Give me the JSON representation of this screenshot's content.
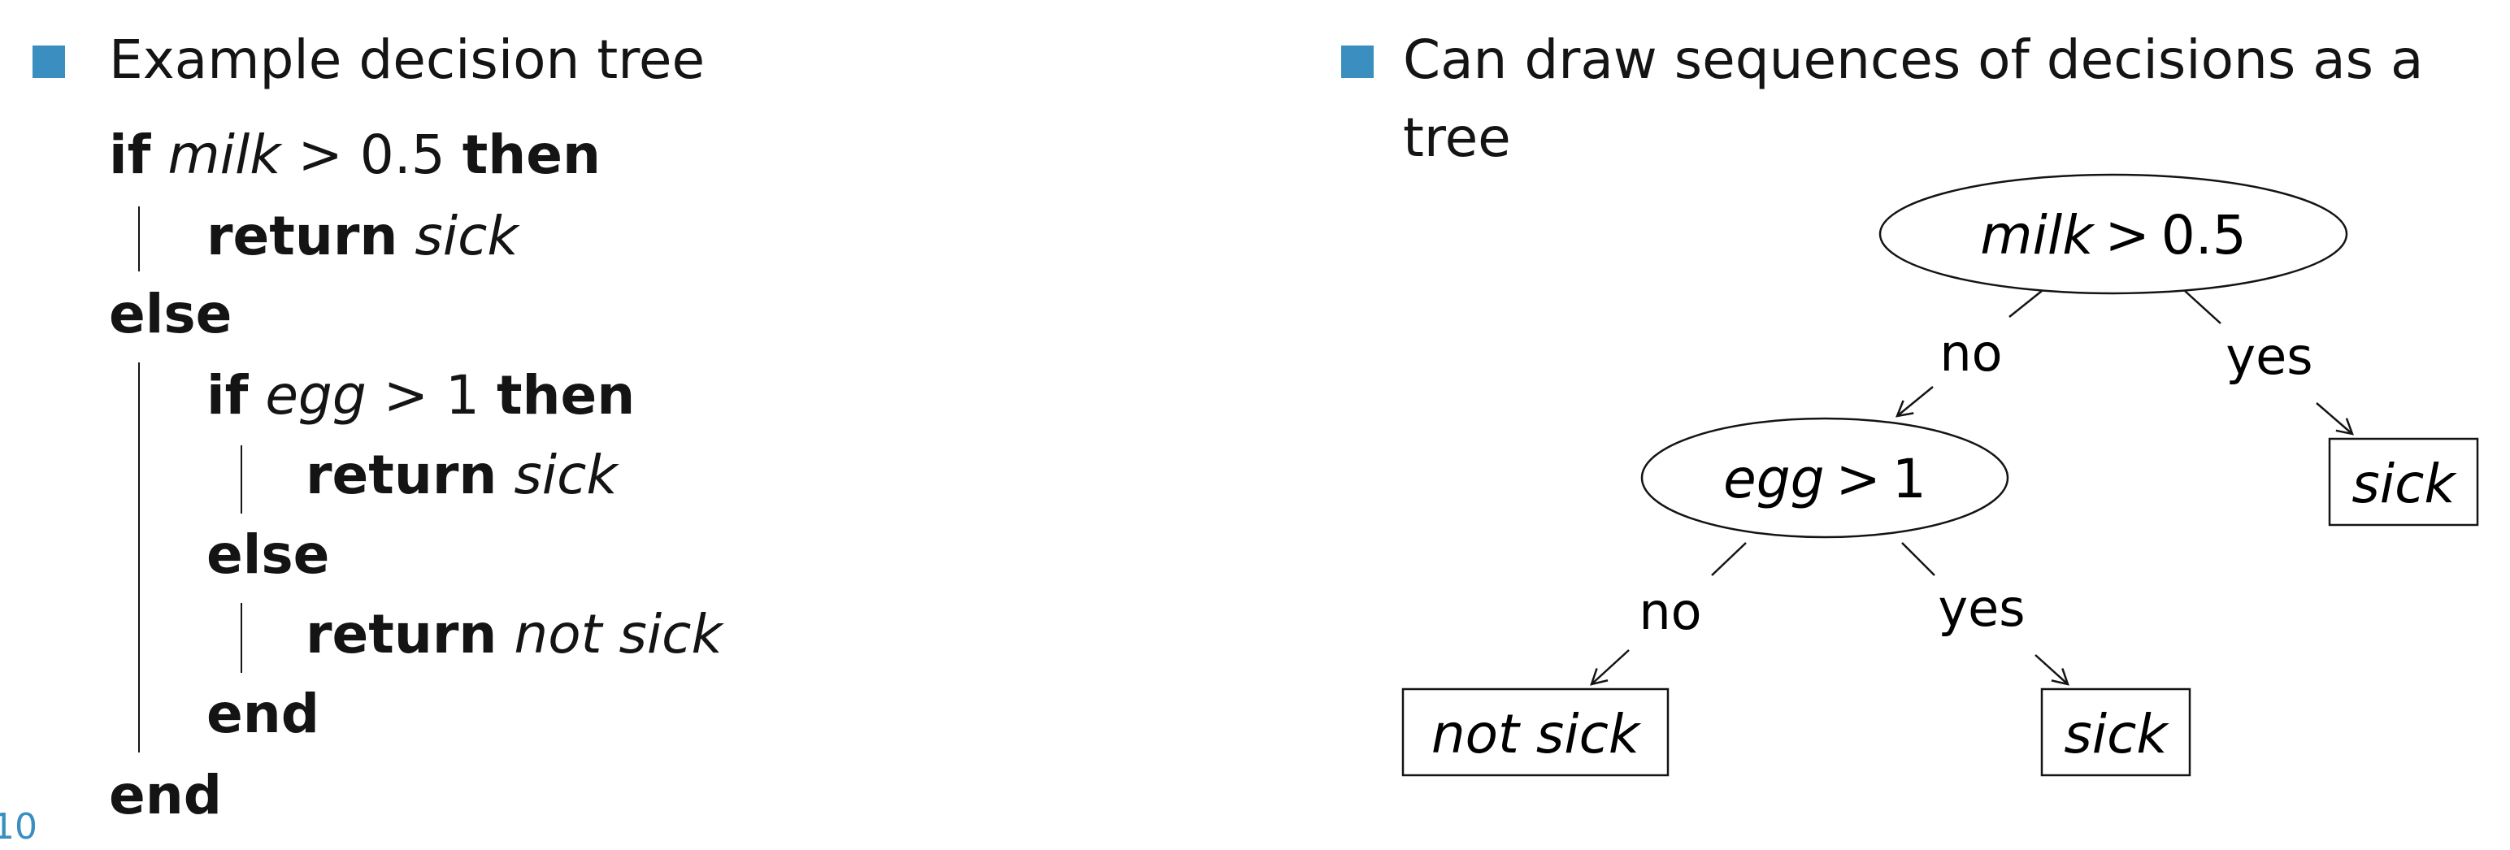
{
  "left": {
    "bullet": "Example decision tree",
    "code": {
      "if1_kw": "if",
      "if1_var": "milk",
      "if1_op": ">",
      "if1_val": "0.5",
      "if1_then": "then",
      "ret1_kw": "return",
      "ret1_val": "sick",
      "else1": "else",
      "if2_kw": "if",
      "if2_var": "egg",
      "if2_op": ">",
      "if2_val": "1",
      "if2_then": "then",
      "ret2_kw": "return",
      "ret2_val": "sick",
      "else2": "else",
      "ret3_kw": "return",
      "ret3_val": "not sick",
      "end_inner": "end",
      "end_outer": "end"
    }
  },
  "right": {
    "bullet": "Can draw sequences of decisions as a tree",
    "tree": {
      "root": {
        "var": "milk",
        "op": ">",
        "val": "0.5"
      },
      "child": {
        "var": "egg",
        "op": ">",
        "val": "1"
      },
      "leaves": {
        "root_yes": "sick",
        "child_no": "not sick",
        "child_yes": "sick"
      },
      "edges": {
        "root_no": "no",
        "root_yes": "yes",
        "child_no": "no",
        "child_yes": "yes"
      }
    }
  },
  "slide_number": "10",
  "colors": {
    "accent": "#3a8fc0",
    "text": "#141414"
  }
}
